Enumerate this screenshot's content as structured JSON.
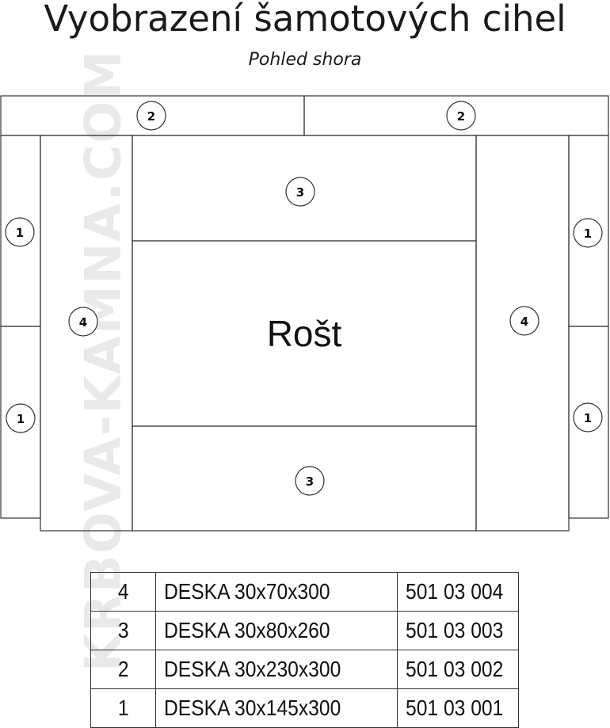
{
  "title": "Vyobrazení šamotových cihel",
  "subtitle": "Pohled shora",
  "watermark": "KRBOVA-KAMNA.COM",
  "diagram": {
    "center_label": "Rošt",
    "labels": {
      "top_left": "2",
      "top_right": "2",
      "left_upper": "1",
      "left_lower": "1",
      "right_upper": "1",
      "right_lower": "1",
      "left_side": "4",
      "right_side": "4",
      "center_top": "3",
      "center_bottom": "3"
    }
  },
  "parts_table": [
    {
      "number": "4",
      "name": "DESKA 30x70x300",
      "code": "501 03 004"
    },
    {
      "number": "3",
      "name": "DESKA 30x80x260",
      "code": "501 03 003"
    },
    {
      "number": "2",
      "name": "DESKA 30x230x300",
      "code": "501 03 002"
    },
    {
      "number": "1",
      "name": "DESKA 30x145x300",
      "code": "501 03 001"
    }
  ]
}
